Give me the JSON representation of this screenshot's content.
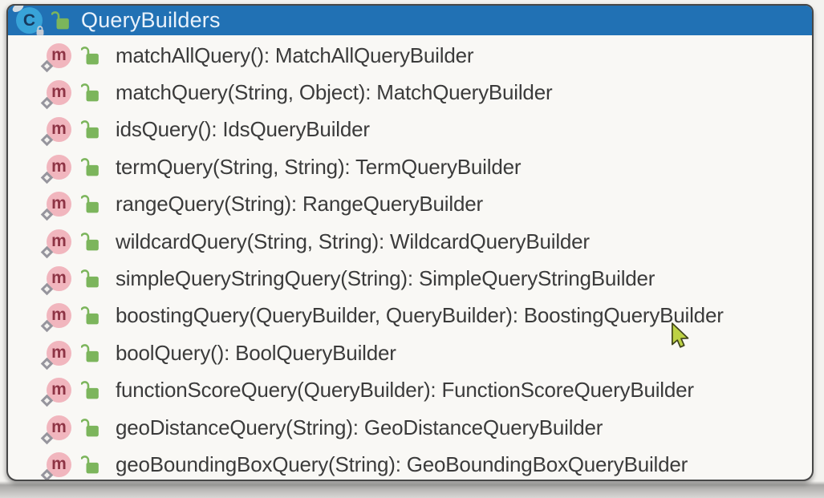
{
  "popup": {
    "title": "QueryBuilders",
    "class_icon_letter": "C"
  },
  "icons": {
    "method_badge_letter": "m",
    "visibility_lock_state": "unlocked"
  },
  "methods": [
    "matchAllQuery(): MatchAllQueryBuilder",
    "matchQuery(String, Object): MatchQueryBuilder",
    "idsQuery(): IdsQueryBuilder",
    "termQuery(String, String): TermQueryBuilder",
    "rangeQuery(String): RangeQueryBuilder",
    "wildcardQuery(String, String): WildcardQueryBuilder",
    "simpleQueryStringQuery(String): SimpleQueryStringBuilder",
    "boostingQuery(QueryBuilder, QueryBuilder): BoostingQueryBuilder",
    "boolQuery(): BoolQueryBuilder",
    "functionScoreQuery(QueryBuilder): FunctionScoreQueryBuilder",
    "geoDistanceQuery(String): GeoDistanceQueryBuilder",
    "geoBoundingBoxQuery(String): GeoBoundingBoxQueryBuilder"
  ],
  "colors": {
    "header_bar": "#2171b4",
    "class_circle": "#38a3d8",
    "method_circle": "#f1b6be",
    "method_letter": "#8e3445",
    "lock_green": "#7cb55c",
    "panel_bg": "#f9f8f5",
    "text": "#3b3b3b",
    "cursor_fill": "#bdd245"
  }
}
